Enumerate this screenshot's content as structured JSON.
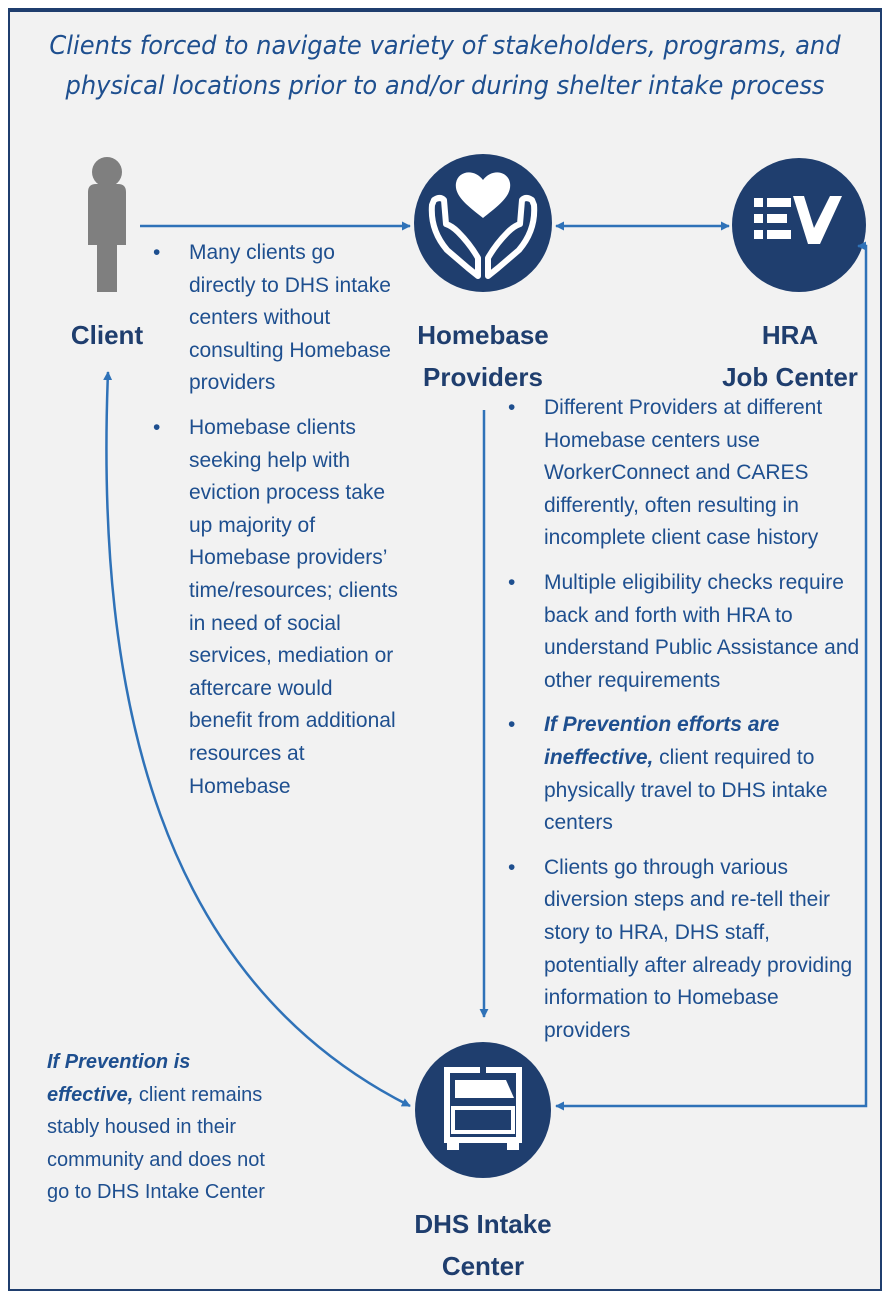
{
  "title": {
    "line1": "Clients  forced to navigate variety of stakeholders, programs, and",
    "line2": "physical locations prior to and/or during shelter intake process"
  },
  "nodes": {
    "client": {
      "label": "Client",
      "icon": "person-icon"
    },
    "homebase": {
      "label_line1": "Homebase",
      "label_line2": "Providers",
      "icon": "hands-heart-icon"
    },
    "hra": {
      "label_line1": "HRA",
      "label_line2": "Job Center",
      "icon": "ev-list-icon"
    },
    "dhs": {
      "label_line1": "DHS Intake",
      "label_line2": "Center",
      "icon": "bed-icon"
    }
  },
  "client_bullets": [
    "Many clients go directly to DHS intake centers without consulting Homebase providers",
    "Homebase clients seeking help with eviction process take up majority of Homebase providers’ time/resources; clients in need of social services, mediation or aftercare would benefit from additional resources at Homebase"
  ],
  "provider_bullets": {
    "b1": "Different Providers at different Homebase centers use WorkerConnect and CARES differently, often resulting in incomplete client case history",
    "b2": "Multiple eligibility checks require back and forth with HRA to understand Public Assistance and other requirements",
    "b3_emph": "If Prevention efforts are ineffective,",
    "b3_rest": " client required to physically travel to DHS intake centers",
    "b4": "Clients go through various diversion steps and re-tell their story to HRA, DHS staff, potentially after already providing information to Homebase providers"
  },
  "bullet_char": "•",
  "note": {
    "emph": "If Prevention is effective,",
    "rest": " client remains stably housed in their community and does not go to DHS Intake Center"
  },
  "colors": {
    "navy": "#1f3e6e",
    "arrow": "#2f72b8",
    "text": "#1e4f8f",
    "person": "#7f7f7f",
    "background": "#f2f2f2"
  }
}
